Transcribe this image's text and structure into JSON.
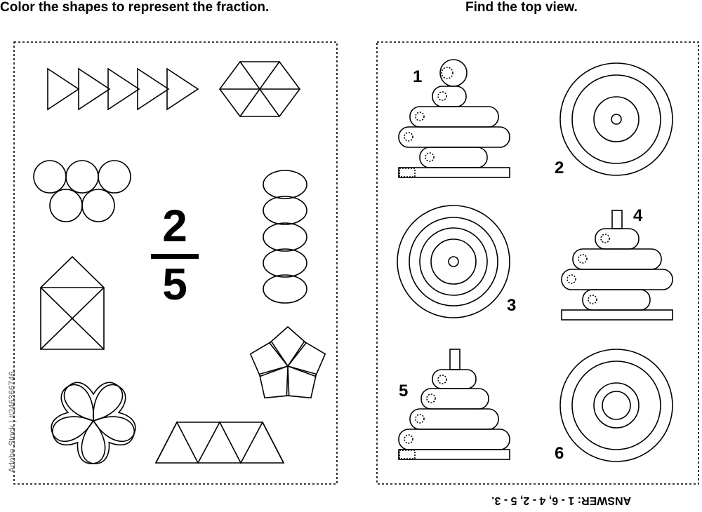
{
  "titles": {
    "left": "Color the shapes to represent the fraction.",
    "right": "Find the top view."
  },
  "fraction": {
    "numerator": "2",
    "denominator": "5"
  },
  "labels": {
    "n1": "1",
    "n2": "2",
    "n3": "3",
    "n4": "4",
    "n5": "5",
    "n6": "6"
  },
  "answer": "ANSWER: 1 - 6, 4 - 2, 5 - 3.",
  "stock_id": "Adobe Stock | #246366746"
}
